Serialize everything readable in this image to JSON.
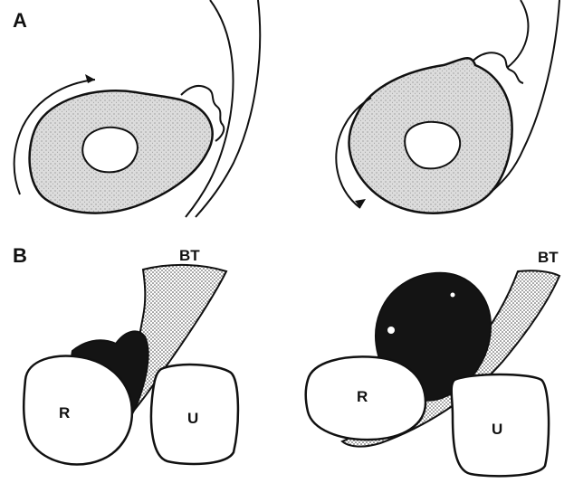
{
  "panels": {
    "a_label": "A",
    "b_label": "B"
  },
  "labels": {
    "bt_left": "BT",
    "bt_right": "BT",
    "r_left": "R",
    "r_right": "R",
    "u_left": "U",
    "u_right": "U"
  },
  "colors": {
    "ink": "#111111",
    "stipple_light": "#d7d7d7",
    "dark_mass": "#141414",
    "background": "#ffffff"
  }
}
